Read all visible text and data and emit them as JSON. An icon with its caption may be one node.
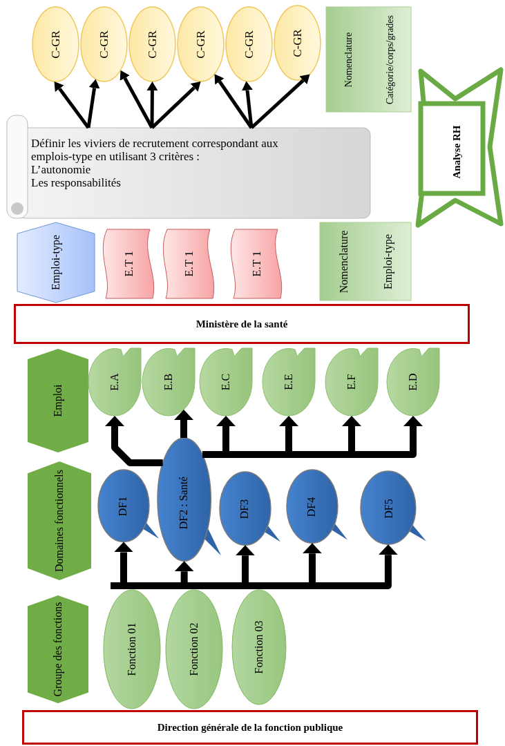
{
  "diagram": {
    "nodes": [
      {
        "text": [
          "C-GR"
        ]
      },
      {
        "text": [
          "C-GR"
        ]
      },
      {
        "text": [
          "C-GR"
        ]
      },
      {
        "text": [
          "C-GR"
        ]
      },
      {
        "text": [
          "C-GR"
        ]
      },
      {
        "text": [
          "C-GR"
        ]
      },
      {
        "text": [
          "Nomenclature",
          "Catégorie/corps/grades"
        ]
      },
      {
        "text": [
          "Analyse RH"
        ]
      },
      {
        "text": [
          "Définir les viviers de recrutement correspondant aux emplois-type en utilisant 3 critères :",
          "L’autonomie",
          "Les responsabilités"
        ]
      },
      {
        "text": [
          "Emploi-type"
        ]
      },
      {
        "text": [
          "E.T 1"
        ]
      },
      {
        "text": [
          "E.T 1"
        ]
      },
      {
        "text": [
          "E.T 1"
        ]
      },
      {
        "text": [
          "Nomenclature",
          "Emploi-type"
        ]
      },
      {
        "text": [
          "Ministère de la santé"
        ]
      },
      {
        "text": [
          "Emploi"
        ]
      },
      {
        "text": [
          "E.A"
        ]
      },
      {
        "text": [
          "E.B"
        ]
      },
      {
        "text": [
          "E.C"
        ]
      },
      {
        "text": [
          "E.E"
        ]
      },
      {
        "text": [
          "E.F"
        ]
      },
      {
        "text": [
          "E.D"
        ]
      },
      {
        "text": [
          "Domaines fonctionnels"
        ]
      },
      {
        "text": [
          "DF1"
        ]
      },
      {
        "text": [
          "DF2 : Santé"
        ]
      },
      {
        "text": [
          "DF3"
        ]
      },
      {
        "text": [
          "DF4"
        ]
      },
      {
        "text": [
          "DF5"
        ]
      },
      {
        "text": [
          "Groupe des fonctions"
        ]
      },
      {
        "text": [
          "Fonction 01"
        ]
      },
      {
        "text": [
          "Fonction 02"
        ]
      },
      {
        "text": [
          "Fonction 03"
        ]
      },
      {
        "text": [
          "Direction générale de la fonction publique"
        ]
      }
    ],
    "edges": [
      {
        "from": 8,
        "to": 0,
        "arrow": "to"
      },
      {
        "from": 8,
        "to": 1,
        "arrow": "to"
      },
      {
        "from": 8,
        "to": 1,
        "arrow": "to"
      },
      {
        "from": 8,
        "to": 2,
        "arrow": "to"
      },
      {
        "from": 8,
        "to": 3,
        "arrow": "to"
      },
      {
        "from": 8,
        "to": 3,
        "arrow": "to"
      },
      {
        "from": 8,
        "to": 4,
        "arrow": "to"
      },
      {
        "from": 8,
        "to": 5,
        "arrow": "to"
      },
      {
        "from": 24,
        "to": 16,
        "arrow": "to"
      },
      {
        "from": 24,
        "to": 17,
        "arrow": "to"
      },
      {
        "from": 24,
        "to": 18,
        "arrow": "to"
      },
      {
        "from": 24,
        "to": 19,
        "arrow": "to"
      },
      {
        "from": 24,
        "to": 20,
        "arrow": "to"
      },
      {
        "from": 24,
        "to": 21,
        "arrow": "to"
      },
      {
        "from": null,
        "to": 23,
        "arrow": "to"
      },
      {
        "from": null,
        "to": 24,
        "arrow": "to"
      },
      {
        "from": null,
        "to": 25,
        "arrow": "to"
      },
      {
        "from": null,
        "to": 26,
        "arrow": "to"
      },
      {
        "from": null,
        "to": 27,
        "arrow": "to"
      }
    ]
  }
}
